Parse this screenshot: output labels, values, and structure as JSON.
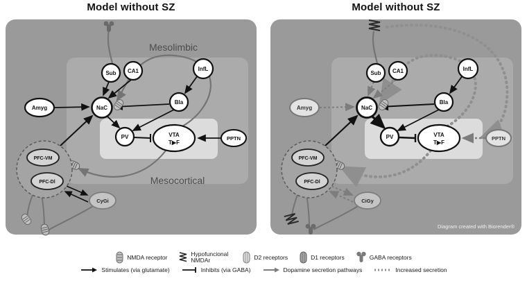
{
  "titles": {
    "left": "Model without SZ",
    "right": "Model without SZ"
  },
  "left": {
    "regions": {
      "mesolimbic": "Mesolimbic",
      "mesocortical": "Mesocortical"
    },
    "nodes": {
      "sub": "Sub",
      "ca1": "CA1",
      "infl": "InfL",
      "amyg": "Amyg",
      "nac": "NaC",
      "bla": "Bla",
      "pv": "PV",
      "vta1": "VTA",
      "vta2": "T▶F",
      "pptn": "PPTN",
      "pfcvm": "PFC-VM",
      "pfcdl": "PFC-Dl",
      "cygi": "CyGi"
    }
  },
  "right": {
    "nodes": {
      "sub": "Sub",
      "ca1": "CA1",
      "infl": "InfL",
      "amyg": "Amyg",
      "nac": "NaC",
      "bla": "Bla",
      "pv": "PV",
      "vta1": "VTA",
      "vta2": "T▶F",
      "pptn": "PPTN",
      "pfcvm": "PFC-VM",
      "pfcdl": "PFC-Dl",
      "cigy": "CiGy"
    },
    "credit": "Diagram created with Biorender®"
  },
  "legend": {
    "receptors": [
      {
        "name": "nmda-receptor",
        "label": "NMDA receptor"
      },
      {
        "name": "hypofunctional-nmdar",
        "label": "Hypofuncional NMDAr"
      },
      {
        "name": "d2-receptors",
        "label": "D2 receptors"
      },
      {
        "name": "d1-receptors",
        "label": "D1 receptors"
      },
      {
        "name": "gaba-receptors",
        "label": "GABA receptors"
      }
    ],
    "pathways": [
      {
        "name": "stimulates",
        "label": "Stimulates (via glutamate)"
      },
      {
        "name": "inhibits",
        "label": "Inhibits (via GABA)"
      },
      {
        "name": "dopamine",
        "label": "Dopamine secretion pathways"
      },
      {
        "name": "increased",
        "label": "Increased secretion"
      }
    ]
  },
  "colors": {
    "panel": "#9a9a9a",
    "inner": "#ababab",
    "box": "#dcdcdc",
    "node": "#ffffff",
    "gray_path": "#747474",
    "dotted": "#8f8f8f"
  }
}
